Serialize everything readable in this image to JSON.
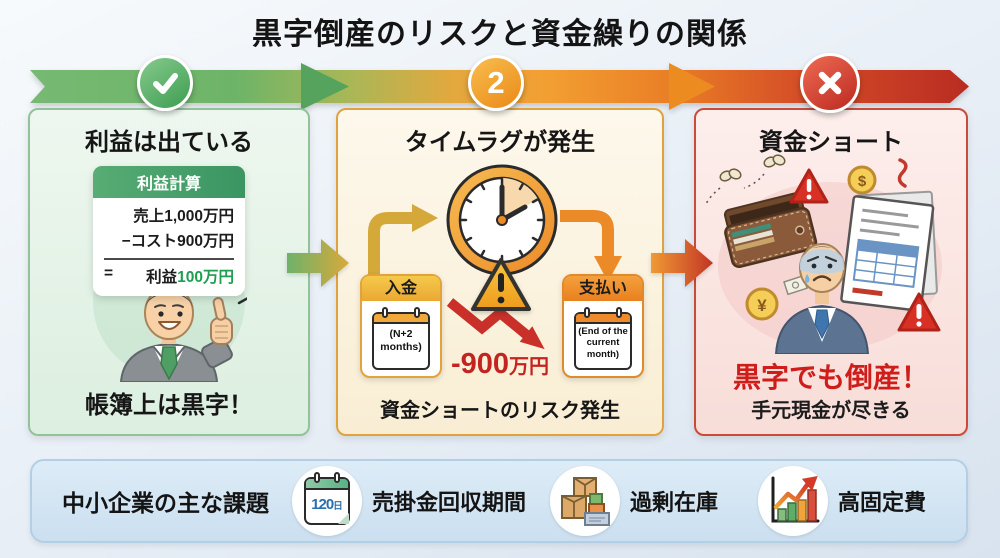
{
  "title": "黒字倒産のリスクと資金繰りの関係",
  "flow": {
    "step2_number": "2"
  },
  "panel_profit": {
    "header": "利益は出ている",
    "calc_title": "利益計算",
    "calc_line1": "売上1,000万円",
    "calc_line2": "−コスト900万円",
    "calc_equals": "=",
    "calc_result_label": "利益",
    "calc_result_value": "100万円",
    "footer": "帳簿上は黒字！"
  },
  "panel_timelag": {
    "header": "タイムラグが発生",
    "deposit_label": "入金",
    "deposit_note": "(N+2 months)",
    "payment_label": "支払い",
    "payment_note": "(End of the current month)",
    "loss_amount": "-900",
    "loss_unit": "万円",
    "footer": "資金ショートのリスク発生"
  },
  "panel_shortage": {
    "header": "資金ショート",
    "headline": "黒字でも倒産！",
    "subline": "手元現金が尽きる"
  },
  "bottom_bar": {
    "title": "中小企業の主な課題",
    "items": [
      {
        "icon": "calendar-120-icon",
        "icon_value": "120",
        "icon_unit": "日",
        "label": "売掛金回収期間"
      },
      {
        "icon": "inventory-boxes-icon",
        "label": "過剰在庫"
      },
      {
        "icon": "rising-cost-chart-icon",
        "label": "高固定費"
      }
    ]
  },
  "glyphs": {
    "dollar": "$",
    "yen": "¥"
  },
  "colors": {
    "step_green": "#4ba05a",
    "step_orange": "#ef941f",
    "step_red": "#c5342a",
    "profit_green": "#1f9e50",
    "loss_red": "#c32420",
    "calendar_blue": "#2a6fb0",
    "bottom_bar_bg": "#d7e7f4"
  }
}
